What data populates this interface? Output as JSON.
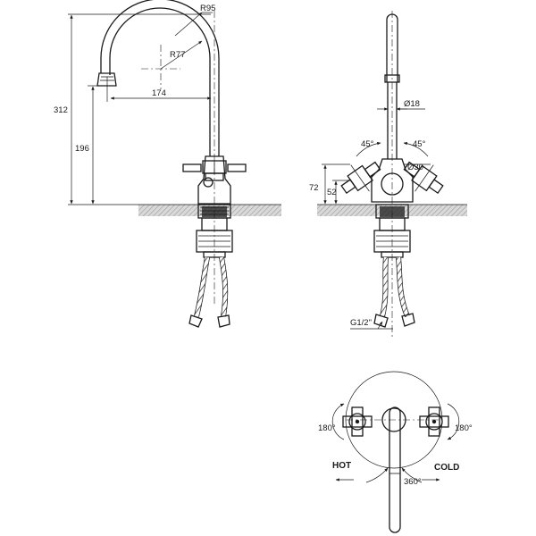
{
  "side_view": {
    "dims": {
      "r95": "R95",
      "r77": "R77",
      "w174": "174",
      "h312": "312",
      "h196": "196"
    }
  },
  "front_view": {
    "dims": {
      "d18": "Ø18",
      "ang_left": "45°",
      "ang_right": "45°",
      "d30": "Ø30",
      "h72": "72",
      "h52": "52",
      "thread": "G1/2\""
    }
  },
  "top_view": {
    "labels": {
      "left_rot": "180°",
      "right_rot": "180°",
      "hot": "HOT",
      "cold": "COLD",
      "spout_rot": "360°"
    }
  }
}
